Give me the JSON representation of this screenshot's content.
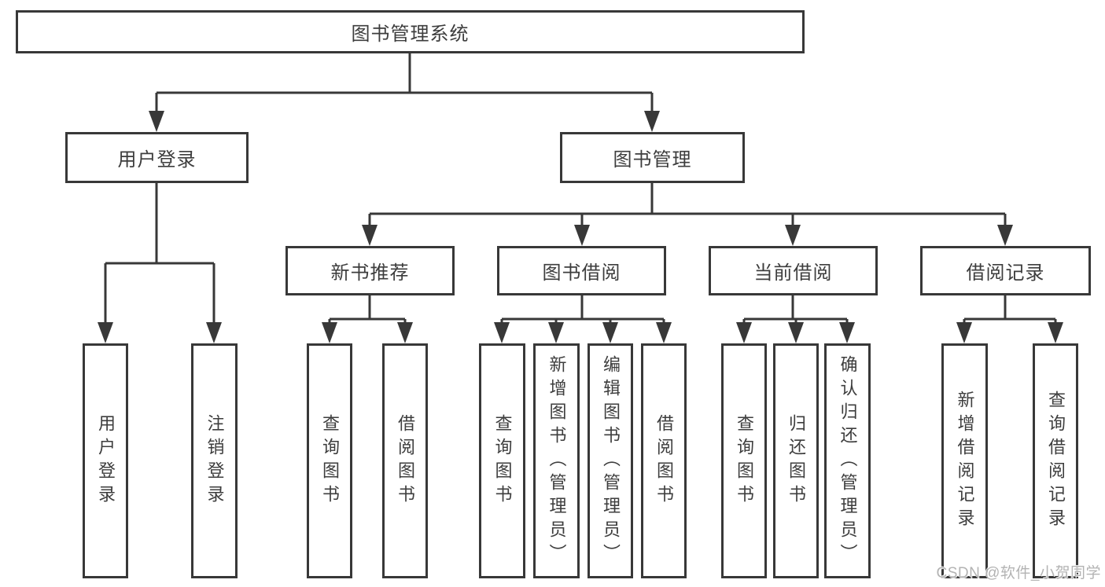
{
  "tree": {
    "root": {
      "label": "图书管理系统",
      "children": [
        {
          "label": "用户登录",
          "children": [
            {
              "label": "用户登录"
            },
            {
              "label": "注销登录"
            }
          ]
        },
        {
          "label": "图书管理",
          "children": [
            {
              "label": "新书推荐",
              "children": [
                {
                  "label": "查询图书"
                },
                {
                  "label": "借阅图书"
                }
              ]
            },
            {
              "label": "图书借阅",
              "children": [
                {
                  "label": "查询图书"
                },
                {
                  "label": "新增图书（管理员）"
                },
                {
                  "label": "编辑图书（管理员）"
                },
                {
                  "label": "借阅图书"
                }
              ]
            },
            {
              "label": "当前借阅",
              "children": [
                {
                  "label": "查询图书"
                },
                {
                  "label": "归还图书"
                },
                {
                  "label": "确认归还（管理员）"
                }
              ]
            },
            {
              "label": "借阅记录",
              "children": [
                {
                  "label": "新增借阅记录"
                },
                {
                  "label": "查询借阅记录"
                }
              ]
            }
          ]
        }
      ]
    }
  },
  "watermark": {
    "text": "CSDN @软件_小贺同学"
  },
  "colors": {
    "line": "#383838",
    "text": "#3d3d3d",
    "watermark": "#b3b3b3",
    "background": "#ffffff"
  }
}
